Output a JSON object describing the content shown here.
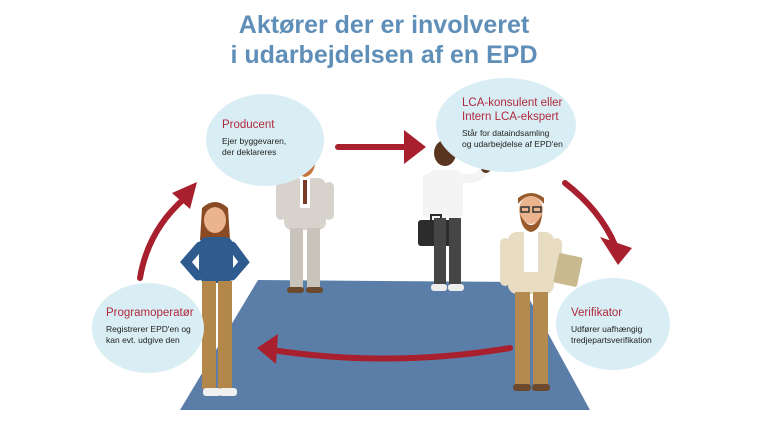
{
  "title": {
    "line1": "Aktører der er involveret",
    "line2": "i udarbejdelsen af en EPD"
  },
  "actors": [
    {
      "name": "Producent",
      "description_lines": [
        "Ejer byggevaren,",
        "der deklareres"
      ]
    },
    {
      "name_lines": [
        "LCA-konsulent eller",
        "Intern LCA-ekspert"
      ],
      "description_lines": [
        "Står for dataindsamling",
        "og udarbejdelse af EPD'en"
      ]
    },
    {
      "name": "Verifikator",
      "description_lines": [
        "Udfører uafhængig",
        "tredjepartsverifikation"
      ]
    },
    {
      "name": "Programoperatør",
      "description_lines": [
        "Registrerer EPD'en og",
        "kan evt. udgive den"
      ]
    }
  ],
  "colors": {
    "title": "#5f8fb8",
    "bubble": "#d9eef4",
    "actor_name": "#b0293d",
    "arrow": "#a8202e",
    "floor": "#5b7ea8"
  }
}
